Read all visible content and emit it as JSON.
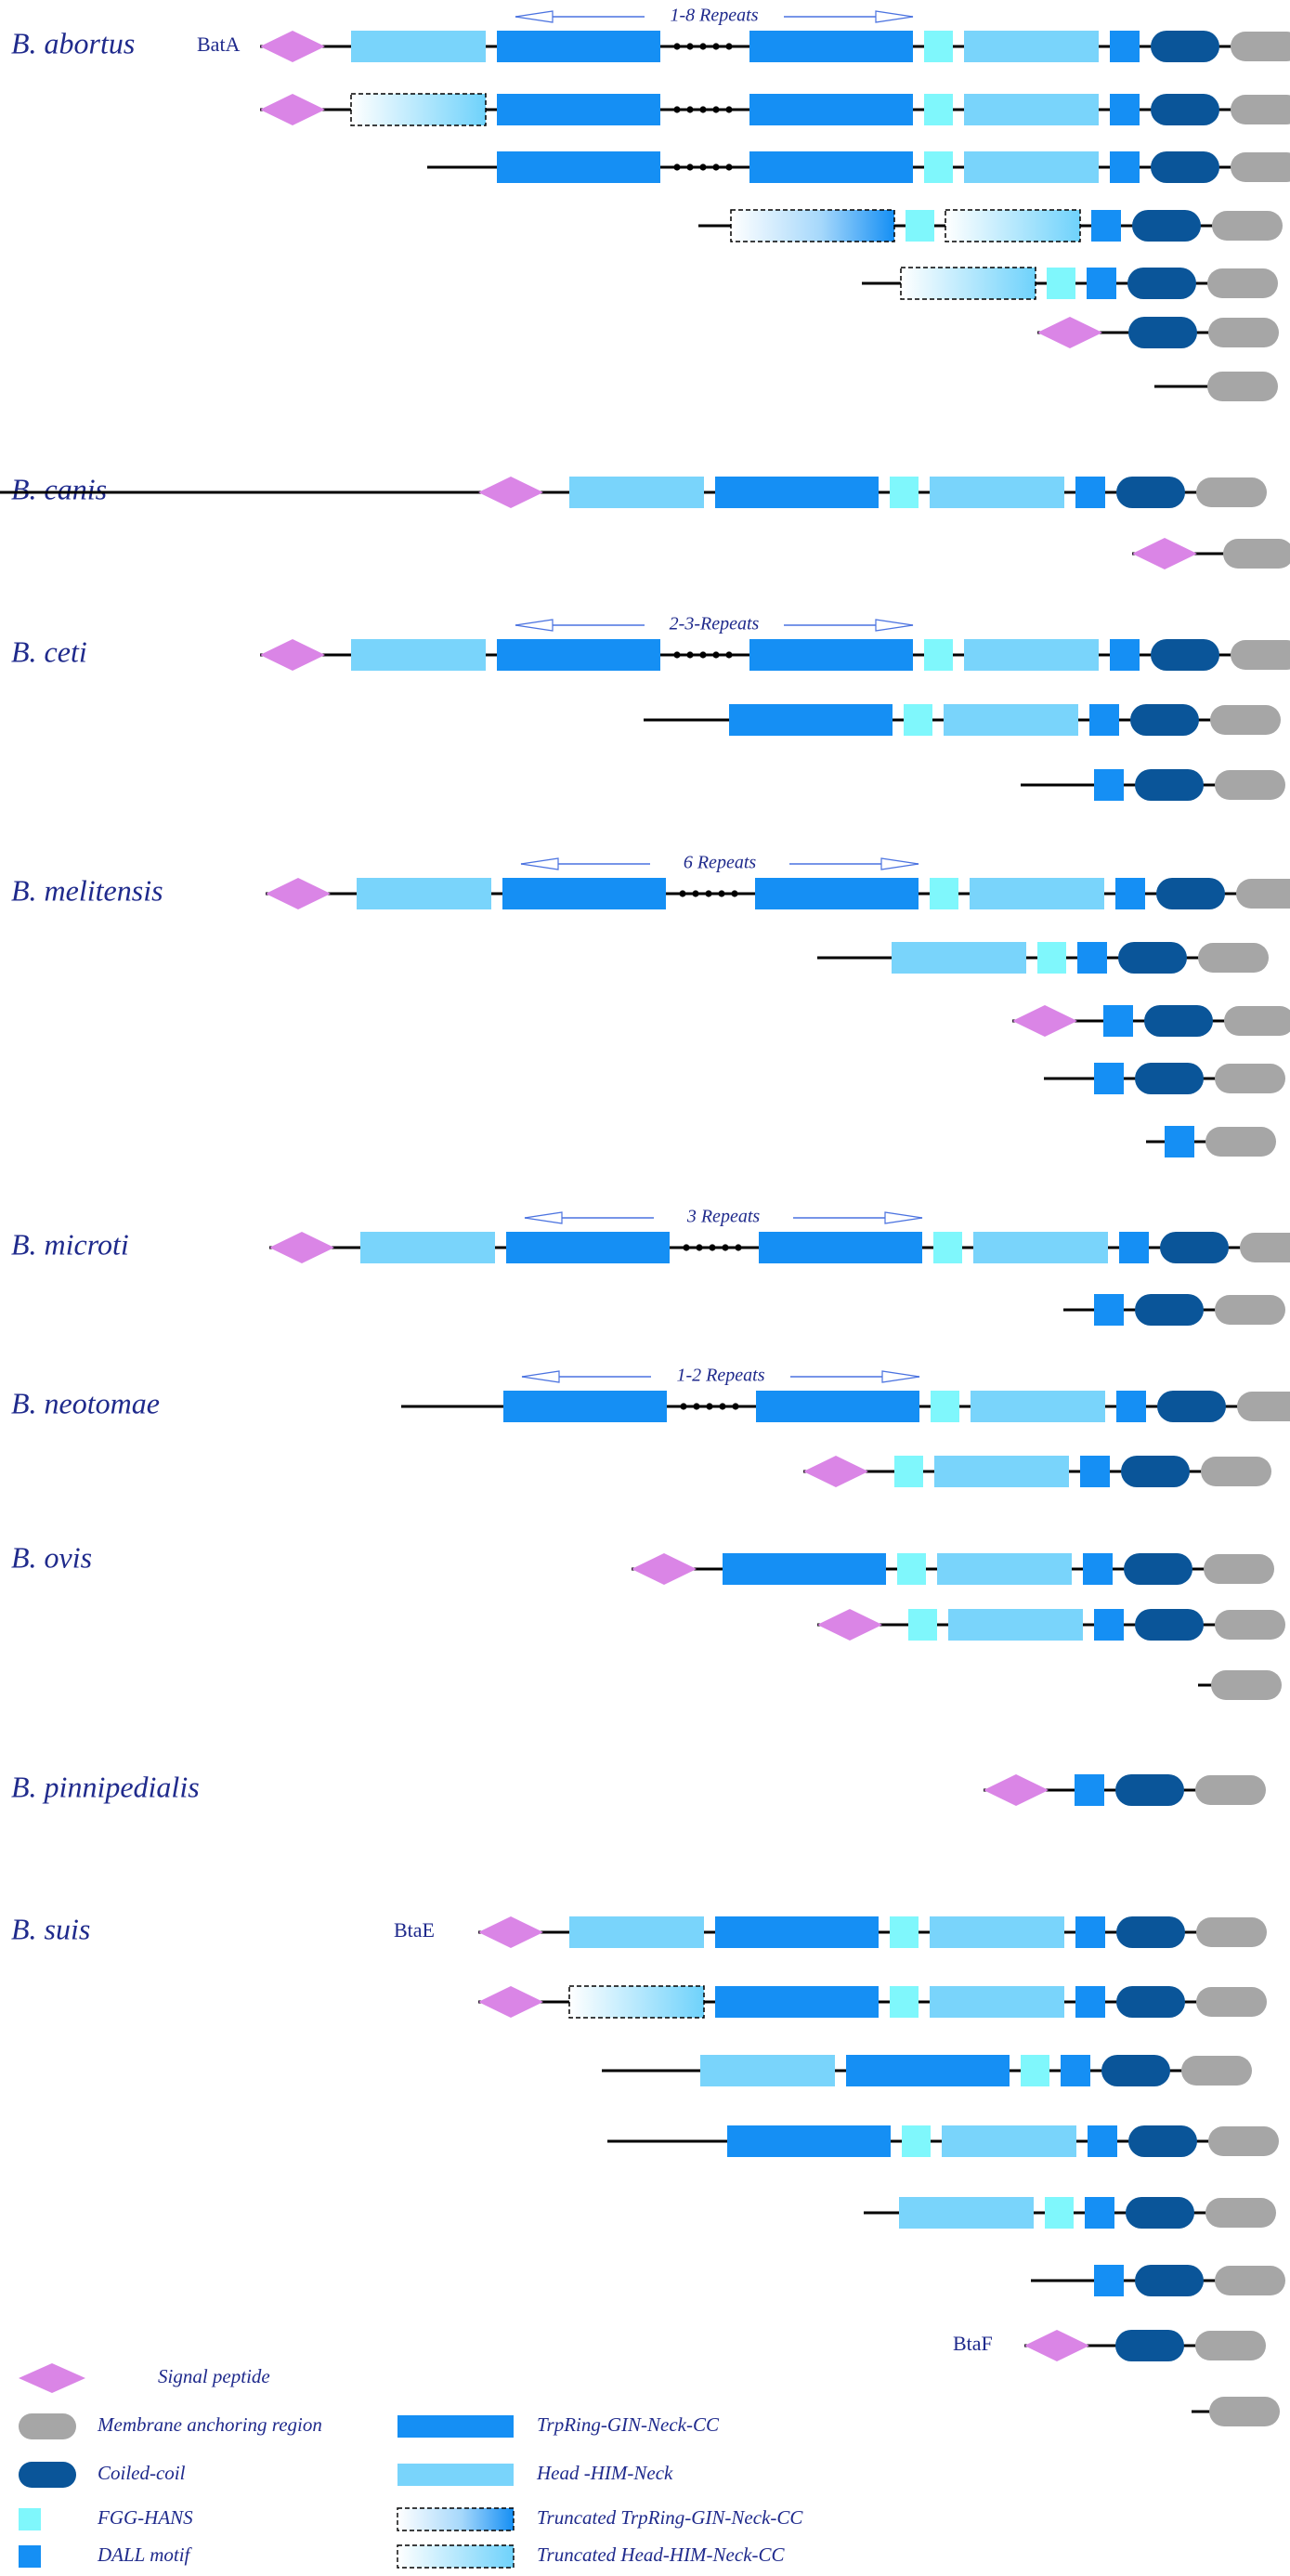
{
  "colors": {
    "signal_peptide": "#da85e6",
    "membrane": "#a6a6a6",
    "coiled_coil": "#0a5599",
    "fgg_hans": "#7ff7fc",
    "dall": "#158ff4",
    "trp": "#158ff4",
    "head": "#79d4fb",
    "text": "#1f2a8c",
    "line": "#000000",
    "repeat_arrow": "#4a72e0"
  },
  "species": [
    {
      "name": "B. abortus",
      "proteins": [
        {
          "label": "BatA",
          "repeats": "1-8 Repeats",
          "domains": [
            "signal_peptide",
            "head",
            "trp",
            "dots",
            "trp",
            "fgg",
            "head",
            "dall",
            "coiled_coil",
            "membrane"
          ]
        },
        {
          "domains": [
            "signal_peptide",
            "truncated_head",
            "trp",
            "dots",
            "trp",
            "fgg",
            "head",
            "dall",
            "coiled_coil",
            "membrane"
          ]
        },
        {
          "domains": [
            "line",
            "trp",
            "dots",
            "trp",
            "fgg",
            "head",
            "dall",
            "coiled_coil",
            "membrane"
          ]
        },
        {
          "domains": [
            "line",
            "truncated_trp",
            "fgg",
            "truncated_head",
            "dall",
            "coiled_coil",
            "membrane"
          ]
        },
        {
          "domains": [
            "line",
            "truncated_head",
            "fgg",
            "dall",
            "coiled_coil",
            "membrane"
          ]
        },
        {
          "domains": [
            "signal_peptide",
            "coiled_coil",
            "membrane"
          ]
        },
        {
          "domains": [
            "line",
            "membrane"
          ]
        }
      ]
    },
    {
      "name": "B. canis",
      "proteins": [
        {
          "domains": [
            "signal_peptide",
            "head",
            "trp",
            "fgg",
            "head",
            "dall",
            "coiled_coil",
            "membrane"
          ]
        },
        {
          "domains": [
            "signal_peptide",
            "membrane"
          ]
        }
      ]
    },
    {
      "name": "B. ceti",
      "proteins": [
        {
          "repeats": "2-3-Repeats",
          "domains": [
            "signal_peptide",
            "head",
            "trp",
            "dots",
            "trp",
            "fgg",
            "head",
            "dall",
            "coiled_coil",
            "membrane"
          ]
        },
        {
          "domains": [
            "line",
            "trp",
            "fgg",
            "head",
            "dall",
            "coiled_coil",
            "membrane"
          ]
        },
        {
          "domains": [
            "line",
            "dall",
            "coiled_coil",
            "membrane"
          ]
        }
      ]
    },
    {
      "name": "B. melitensis",
      "proteins": [
        {
          "repeats": "6 Repeats",
          "domains": [
            "signal_peptide",
            "head",
            "trp",
            "dots",
            "trp",
            "fgg",
            "head",
            "dall",
            "coiled_coil",
            "membrane"
          ]
        },
        {
          "domains": [
            "line",
            "head",
            "fgg",
            "dall",
            "coiled_coil",
            "membrane"
          ]
        },
        {
          "domains": [
            "signal_peptide",
            "dall",
            "coiled_coil",
            "membrane"
          ]
        },
        {
          "domains": [
            "line",
            "dall",
            "coiled_coil",
            "membrane"
          ]
        },
        {
          "domains": [
            "line",
            "dall",
            "membrane"
          ]
        }
      ]
    },
    {
      "name": "B. microti",
      "proteins": [
        {
          "repeats": "3 Repeats",
          "domains": [
            "signal_peptide",
            "head",
            "trp",
            "dots",
            "trp",
            "fgg",
            "head",
            "dall",
            "coiled_coil",
            "membrane"
          ]
        },
        {
          "domains": [
            "line",
            "dall",
            "coiled_coil",
            "membrane"
          ]
        }
      ]
    },
    {
      "name": "B. neotomae",
      "proteins": [
        {
          "repeats": "1-2 Repeats",
          "domains": [
            "line",
            "trp",
            "dots",
            "trp",
            "fgg",
            "head",
            "dall",
            "coiled_coil",
            "membrane"
          ]
        },
        {
          "domains": [
            "signal_peptide",
            "fgg",
            "head",
            "dall",
            "coiled_coil",
            "membrane"
          ]
        }
      ]
    },
    {
      "name": "B. ovis",
      "proteins": [
        {
          "domains": [
            "signal_peptide",
            "trp",
            "fgg",
            "head",
            "dall",
            "coiled_coil",
            "membrane"
          ]
        },
        {
          "domains": [
            "signal_peptide",
            "fgg",
            "head",
            "dall",
            "coiled_coil",
            "membrane"
          ]
        },
        {
          "domains": [
            "line",
            "membrane"
          ]
        }
      ]
    },
    {
      "name": "B. pinnipedialis",
      "proteins": [
        {
          "domains": [
            "signal_peptide",
            "dall",
            "coiled_coil",
            "membrane"
          ]
        }
      ]
    },
    {
      "name": "B. suis",
      "proteins": [
        {
          "label": "BtaE",
          "domains": [
            "signal_peptide",
            "head",
            "trp",
            "fgg",
            "head",
            "dall",
            "coiled_coil",
            "membrane"
          ]
        },
        {
          "domains": [
            "signal_peptide",
            "truncated_head",
            "trp",
            "fgg",
            "head",
            "dall",
            "coiled_coil",
            "membrane"
          ]
        },
        {
          "domains": [
            "line",
            "head",
            "trp",
            "fgg",
            "dall",
            "coiled_coil",
            "membrane"
          ]
        },
        {
          "domains": [
            "line",
            "trp",
            "fgg",
            "head",
            "dall",
            "coiled_coil",
            "membrane"
          ]
        },
        {
          "domains": [
            "line",
            "head",
            "fgg",
            "dall",
            "coiled_coil",
            "membrane"
          ]
        },
        {
          "domains": [
            "line",
            "dall",
            "coiled_coil",
            "membrane"
          ]
        },
        {
          "label": "BtaF",
          "domains": [
            "signal_peptide",
            "coiled_coil",
            "membrane"
          ]
        },
        {
          "domains": [
            "line",
            "membrane"
          ]
        }
      ]
    }
  ],
  "legend": [
    {
      "shape": "signal_peptide",
      "label": "Signal peptide"
    },
    {
      "shape": "membrane",
      "label": "Membrane anchoring region"
    },
    {
      "shape": "coiled_coil",
      "label": "Coiled-coil"
    },
    {
      "shape": "fgg",
      "label": "FGG-HANS"
    },
    {
      "shape": "dall",
      "label": "DALL motif"
    },
    {
      "shape": "trp",
      "label": "TrpRing-GIN-Neck-CC"
    },
    {
      "shape": "head",
      "label": "Head -HIM-Neck"
    },
    {
      "shape": "truncated_trp",
      "label": "Truncated TrpRing-GIN-Neck-CC"
    },
    {
      "shape": "truncated_head",
      "label": "Truncated Head-HIM-Neck-CC"
    }
  ]
}
